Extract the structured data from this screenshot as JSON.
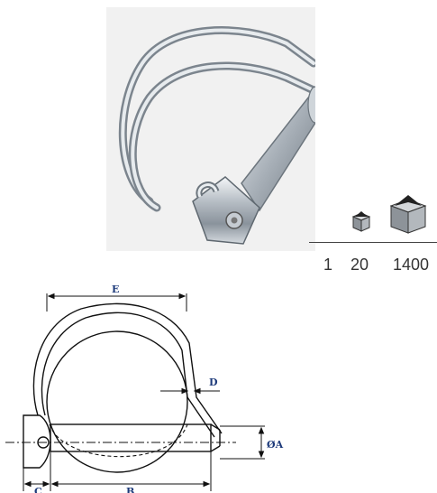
{
  "packaging": {
    "quantities": [
      "1",
      "20",
      "1400"
    ],
    "icons": [
      "single-unit-icon",
      "small-box-icon",
      "large-box-icon"
    ]
  },
  "drawing": {
    "dimension_labels": {
      "e": "E",
      "d": "D",
      "diameter_a": "ØA",
      "c": "C",
      "b": "B"
    },
    "line_color": "#111111",
    "label_color": "#1d3a7a"
  }
}
